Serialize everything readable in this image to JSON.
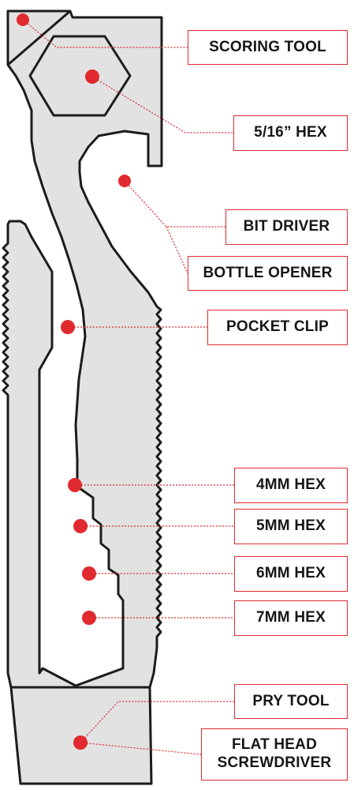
{
  "colors": {
    "tool_fill": "#e2e2e2",
    "tool_stroke": "#1c1c1c",
    "accent": "#e02a2f",
    "label_text": "#161616"
  },
  "callouts": [
    {
      "id": "scoring-tool",
      "label": "SCORING TOOL"
    },
    {
      "id": "5-16-hex",
      "label": "5/16” HEX"
    },
    {
      "id": "bit-driver",
      "label": "BIT DRIVER"
    },
    {
      "id": "bottle-opener",
      "label": "BOTTLE OPENER"
    },
    {
      "id": "pocket-clip",
      "label": "POCKET CLIP"
    },
    {
      "id": "4mm-hex",
      "label": "4MM HEX"
    },
    {
      "id": "5mm-hex",
      "label": "5MM HEX"
    },
    {
      "id": "6mm-hex",
      "label": "6MM HEX"
    },
    {
      "id": "7mm-hex",
      "label": "7MM HEX"
    },
    {
      "id": "pry-tool",
      "label": "PRY TOOL"
    },
    {
      "id": "flat-head-screwdriver",
      "label": "FLAT HEAD\nSCREWDRIVER"
    }
  ]
}
